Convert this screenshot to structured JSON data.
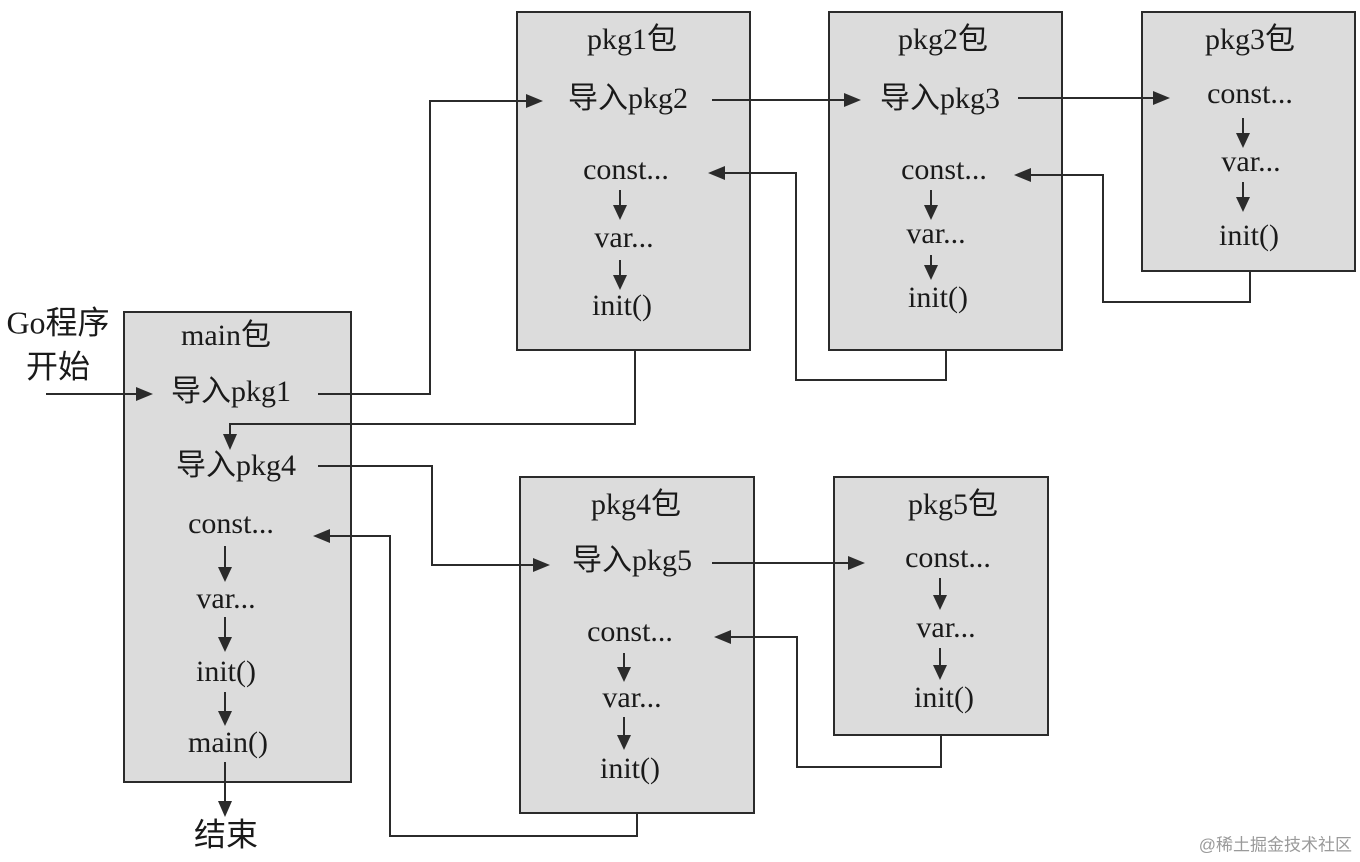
{
  "start": {
    "line1": "Go程序",
    "line2": "开始"
  },
  "end_label": "结束",
  "watermark": "@稀土掘金技术社区",
  "packages": {
    "main": {
      "title": "main包",
      "import1": "导入pkg1",
      "import2": "导入pkg4",
      "const": "const...",
      "var": "var...",
      "init": "init()",
      "main": "main()"
    },
    "pkg1": {
      "title": "pkg1包",
      "import": "导入pkg2",
      "const": "const...",
      "var": "var...",
      "init": "init()"
    },
    "pkg2": {
      "title": "pkg2包",
      "import": "导入pkg3",
      "const": "const...",
      "var": "var...",
      "init": "init()"
    },
    "pkg3": {
      "title": "pkg3包",
      "const": "const...",
      "var": "var...",
      "init": "init()"
    },
    "pkg4": {
      "title": "pkg4包",
      "import": "导入pkg5",
      "const": "const...",
      "var": "var...",
      "init": "init()"
    },
    "pkg5": {
      "title": "pkg5包",
      "const": "const...",
      "var": "var...",
      "init": "init()"
    }
  },
  "colors": {
    "box_fill": "#dcdcdc",
    "stroke": "#2b2b2b",
    "text": "#1a1a1a"
  }
}
